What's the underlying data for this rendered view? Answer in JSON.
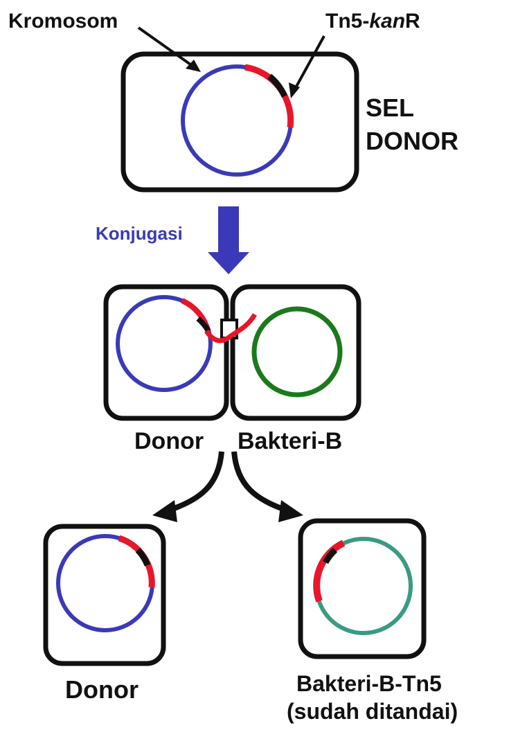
{
  "labels": {
    "kromosom": "Kromosom",
    "tn5_prefix": "Tn5-",
    "tn5_italic": "kan",
    "tn5_suffix": "R",
    "sel_line1": "SEL",
    "sel_line2": "DONOR",
    "konjugasi": "Konjugasi",
    "donor_mid": "Donor",
    "bakteri_b": "Bakteri-B",
    "donor_bottom": "Donor",
    "bakteri_b_tn5": "Bakteri-B-Tn5",
    "sudah_ditandai": "(sudah ditandai)"
  },
  "colors": {
    "donor_chromosome": "#3a3ab8",
    "transposon": "#e8162a",
    "transposon_marker": "#111111",
    "bakteri_b_chromosome": "#1a7a1a",
    "bakteri_b_tn5_chromosome": "#3a9a82",
    "arrow_conjugation": "#3a3ab8",
    "cell_outline": "#111111"
  }
}
